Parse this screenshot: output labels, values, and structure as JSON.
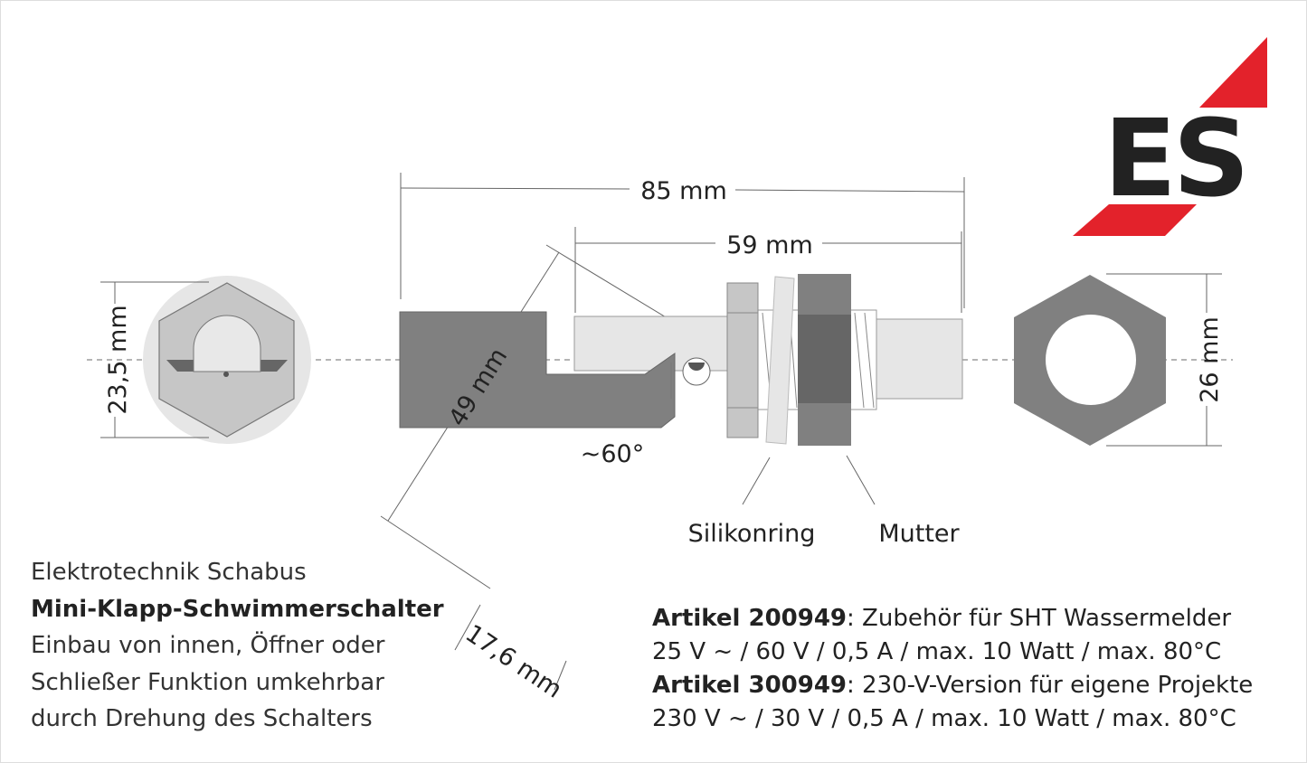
{
  "logo": {
    "text": "ES",
    "colors": {
      "red": "#e3222b",
      "black": "#222222"
    }
  },
  "dimensions": {
    "overall_length": "85 mm",
    "thread_length": "59 mm",
    "hex_height": "23,5 mm",
    "nut_size": "26 mm",
    "arm_length": "49 mm",
    "arm_width": "17,6 mm",
    "angle": "~60°"
  },
  "labels": {
    "silicone_ring": "Silikonring",
    "nut": "Mutter"
  },
  "description": {
    "company": "Elektrotechnik Schabus",
    "product": "Mini-Klapp-Schwimmerschalter",
    "line1": "Einbau von innen, Öffner oder",
    "line2": "Schließer Funktion umkehrbar",
    "line3": "durch Drehung des Schalters"
  },
  "articles": [
    {
      "number": "Artikel 200949",
      "title": ": Zubehör für SHT Wassermelder",
      "spec": "25 V ~ / 60 V / 0,5 A / max. 10 Watt / max. 80°C"
    },
    {
      "number": "Artikel 300949",
      "title": ": 230-V-Version für eigene Projekte",
      "spec": "230 V ~ / 30 V / 0,5 A / max. 10 Watt / max. 80°C"
    }
  ]
}
